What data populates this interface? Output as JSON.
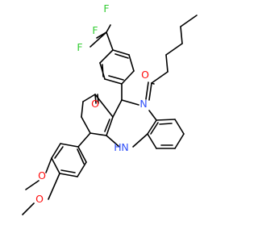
{
  "molecule": {
    "labels": {
      "F1": "F",
      "F2": "F",
      "F3": "F",
      "O_hexanoyl": "O",
      "O_ketone": "O",
      "N_amide": "N",
      "NH": "H",
      "NH_N": "N",
      "O_methoxy1": "O",
      "O_methoxy2": "O"
    },
    "colors": {
      "bond": "#000000",
      "fluorine": "#33cc33",
      "oxygen": "#ff0d0d",
      "nitrogen": "#3050f8"
    }
  }
}
